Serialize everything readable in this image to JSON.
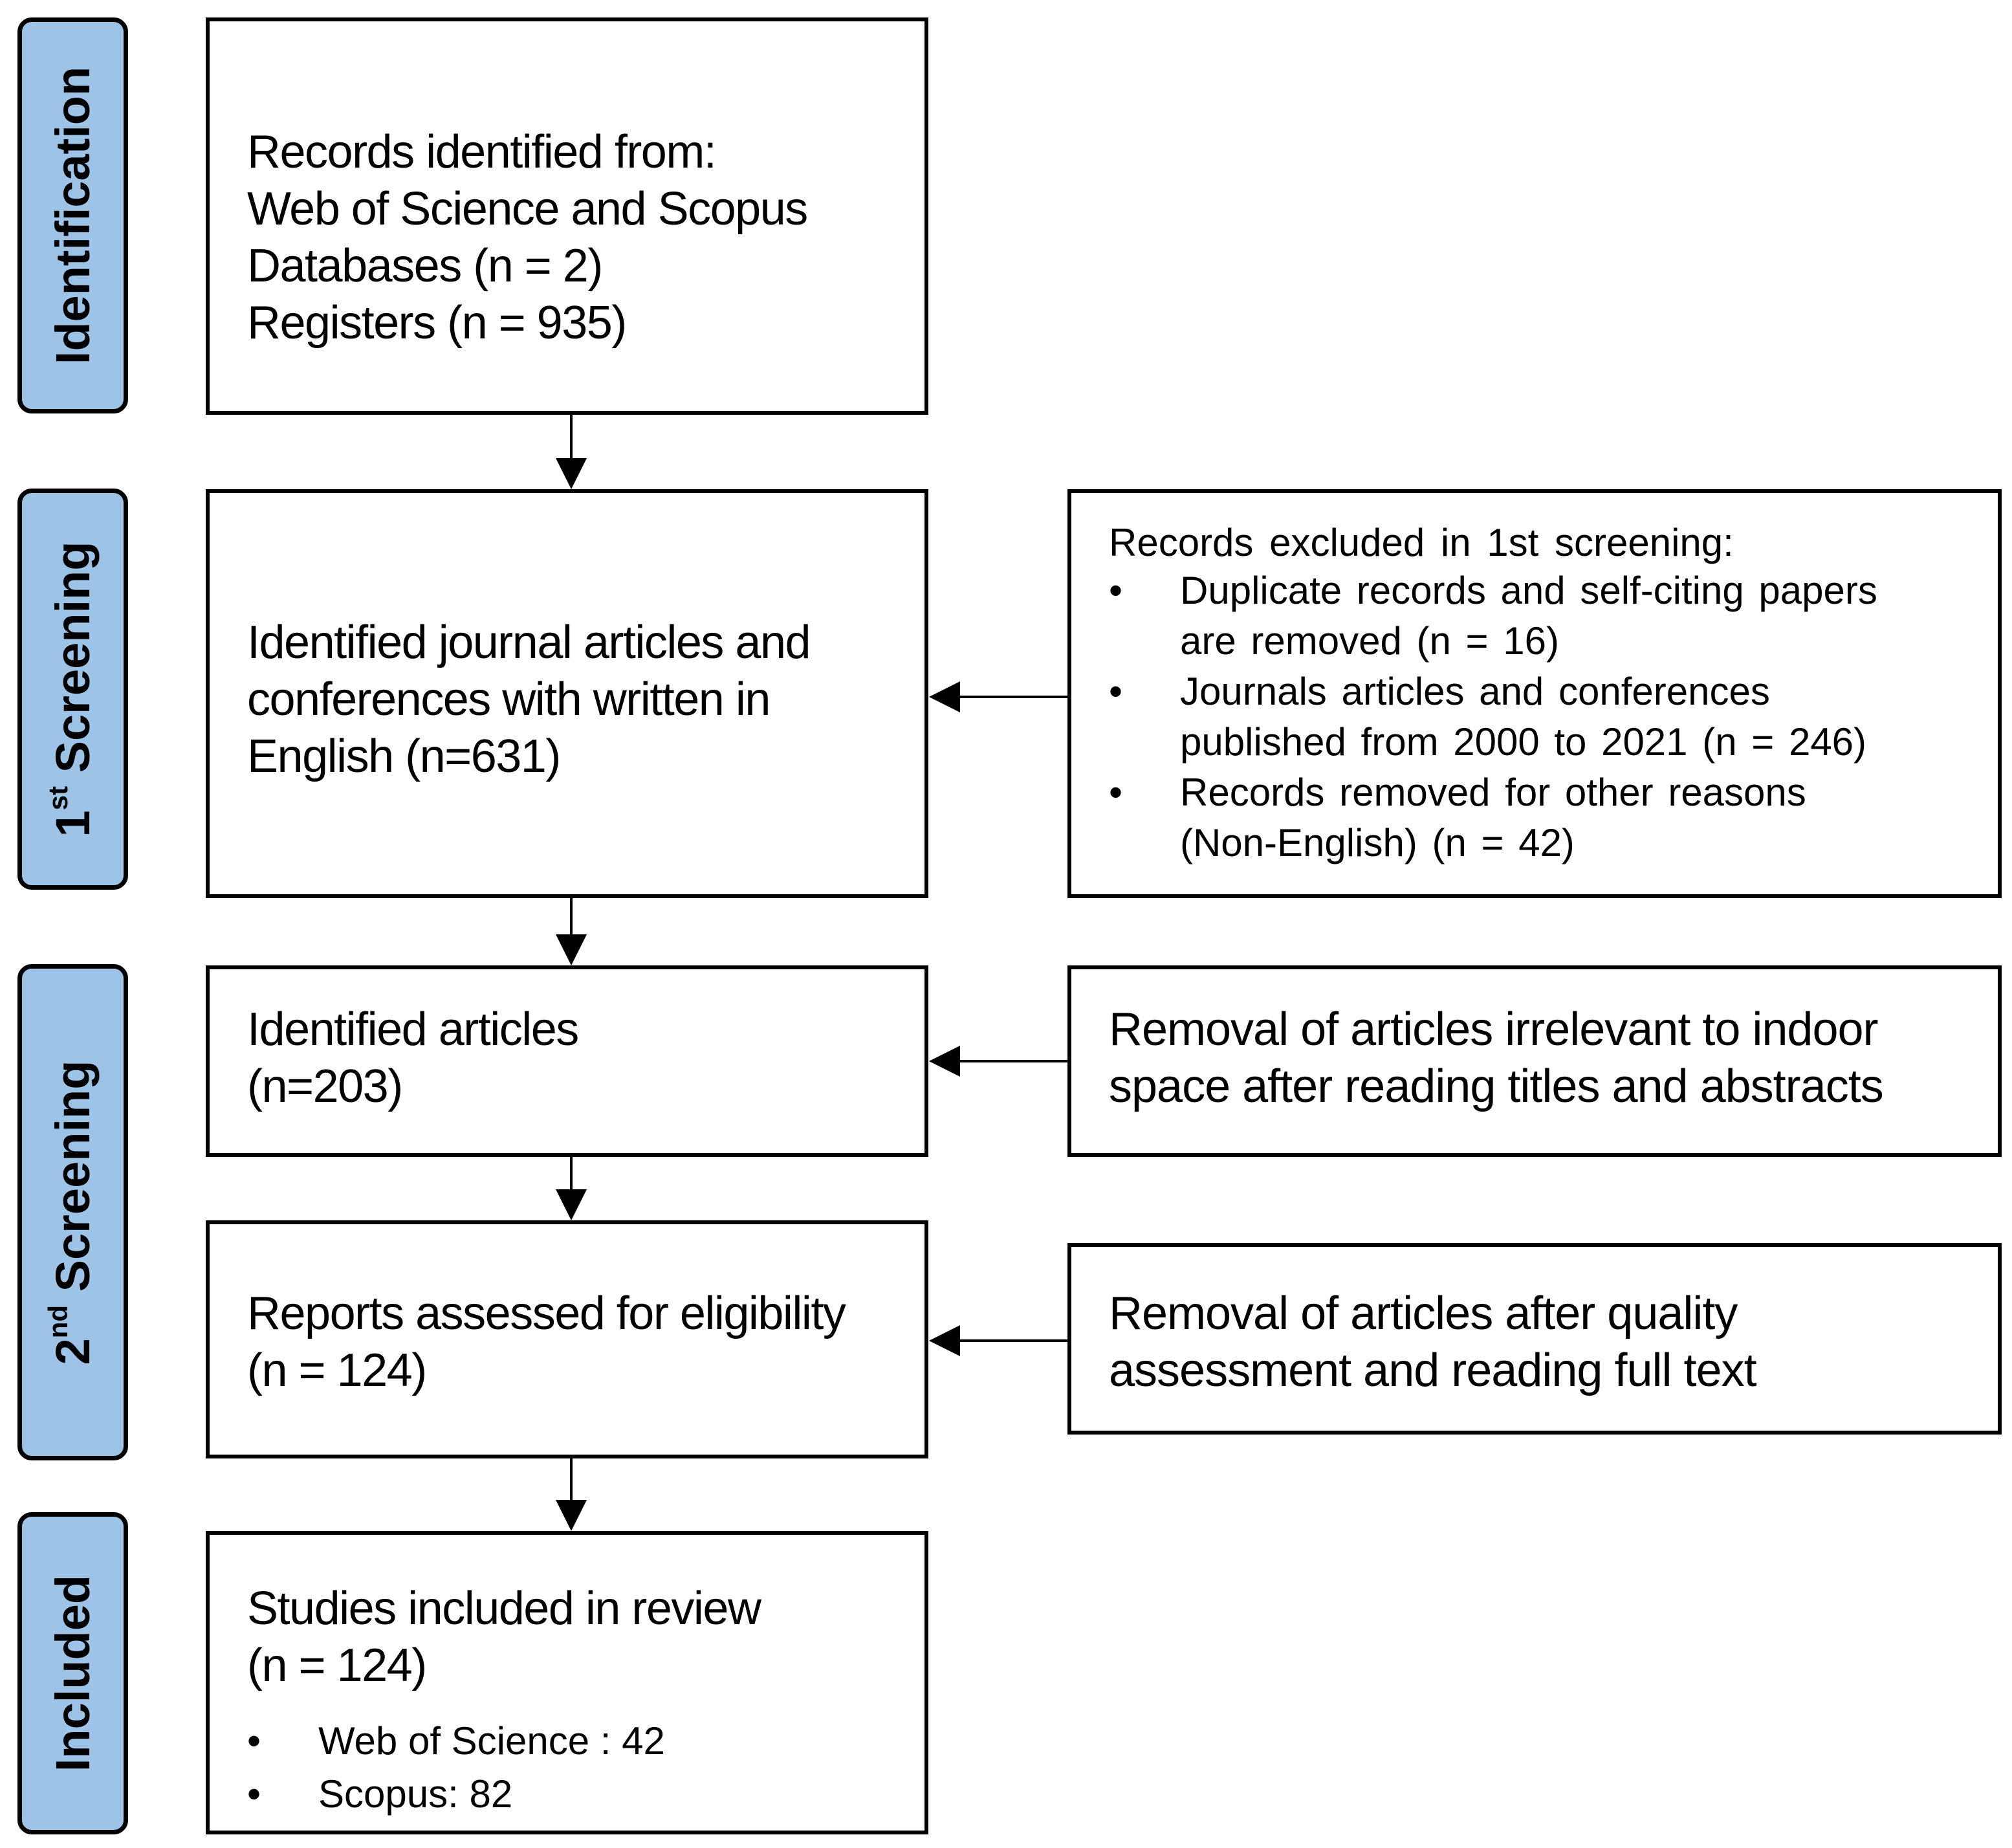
{
  "stages": {
    "identification": "Identification",
    "screening1": {
      "ordinal": "1",
      "suffix": "st",
      "word": "Screening"
    },
    "screening2": {
      "ordinal": "2",
      "suffix": "nd",
      "word": "Screening"
    },
    "included": "Included"
  },
  "boxes": {
    "identification": {
      "lines": [
        "Records identified from:",
        "Web of Science and Scopus",
        "Databases (n = 2)",
        "Registers (n = 935)"
      ]
    },
    "screening1": {
      "lines": [
        "Identified journal articles and",
        "conferences with written in",
        "English (n=631)"
      ]
    },
    "excluded1": {
      "heading": "Records excluded in 1st screening:",
      "items": [
        [
          "Duplicate records and self-citing papers",
          "are removed (n = 16)"
        ],
        [
          "Journals articles and conferences",
          "published from 2000 to 2021 (n = 246)"
        ],
        [
          "Records removed for other reasons",
          "(Non-English) (n = 42)"
        ]
      ]
    },
    "articles": {
      "lines": [
        "Identified articles",
        "(n=203)"
      ]
    },
    "removal1": {
      "lines": [
        "Removal of articles irrelevant to indoor",
        "space after reading titles and abstracts"
      ]
    },
    "eligibility": {
      "lines": [
        "Reports assessed for eligibility",
        "(n = 124)"
      ]
    },
    "removal2": {
      "lines": [
        "Removal of articles after quality",
        "assessment and reading full text"
      ]
    },
    "included": {
      "lines": [
        "Studies included in review",
        "(n = 124)"
      ],
      "items": [
        "Web of Science : 42",
        "Scopus: 82"
      ]
    }
  }
}
